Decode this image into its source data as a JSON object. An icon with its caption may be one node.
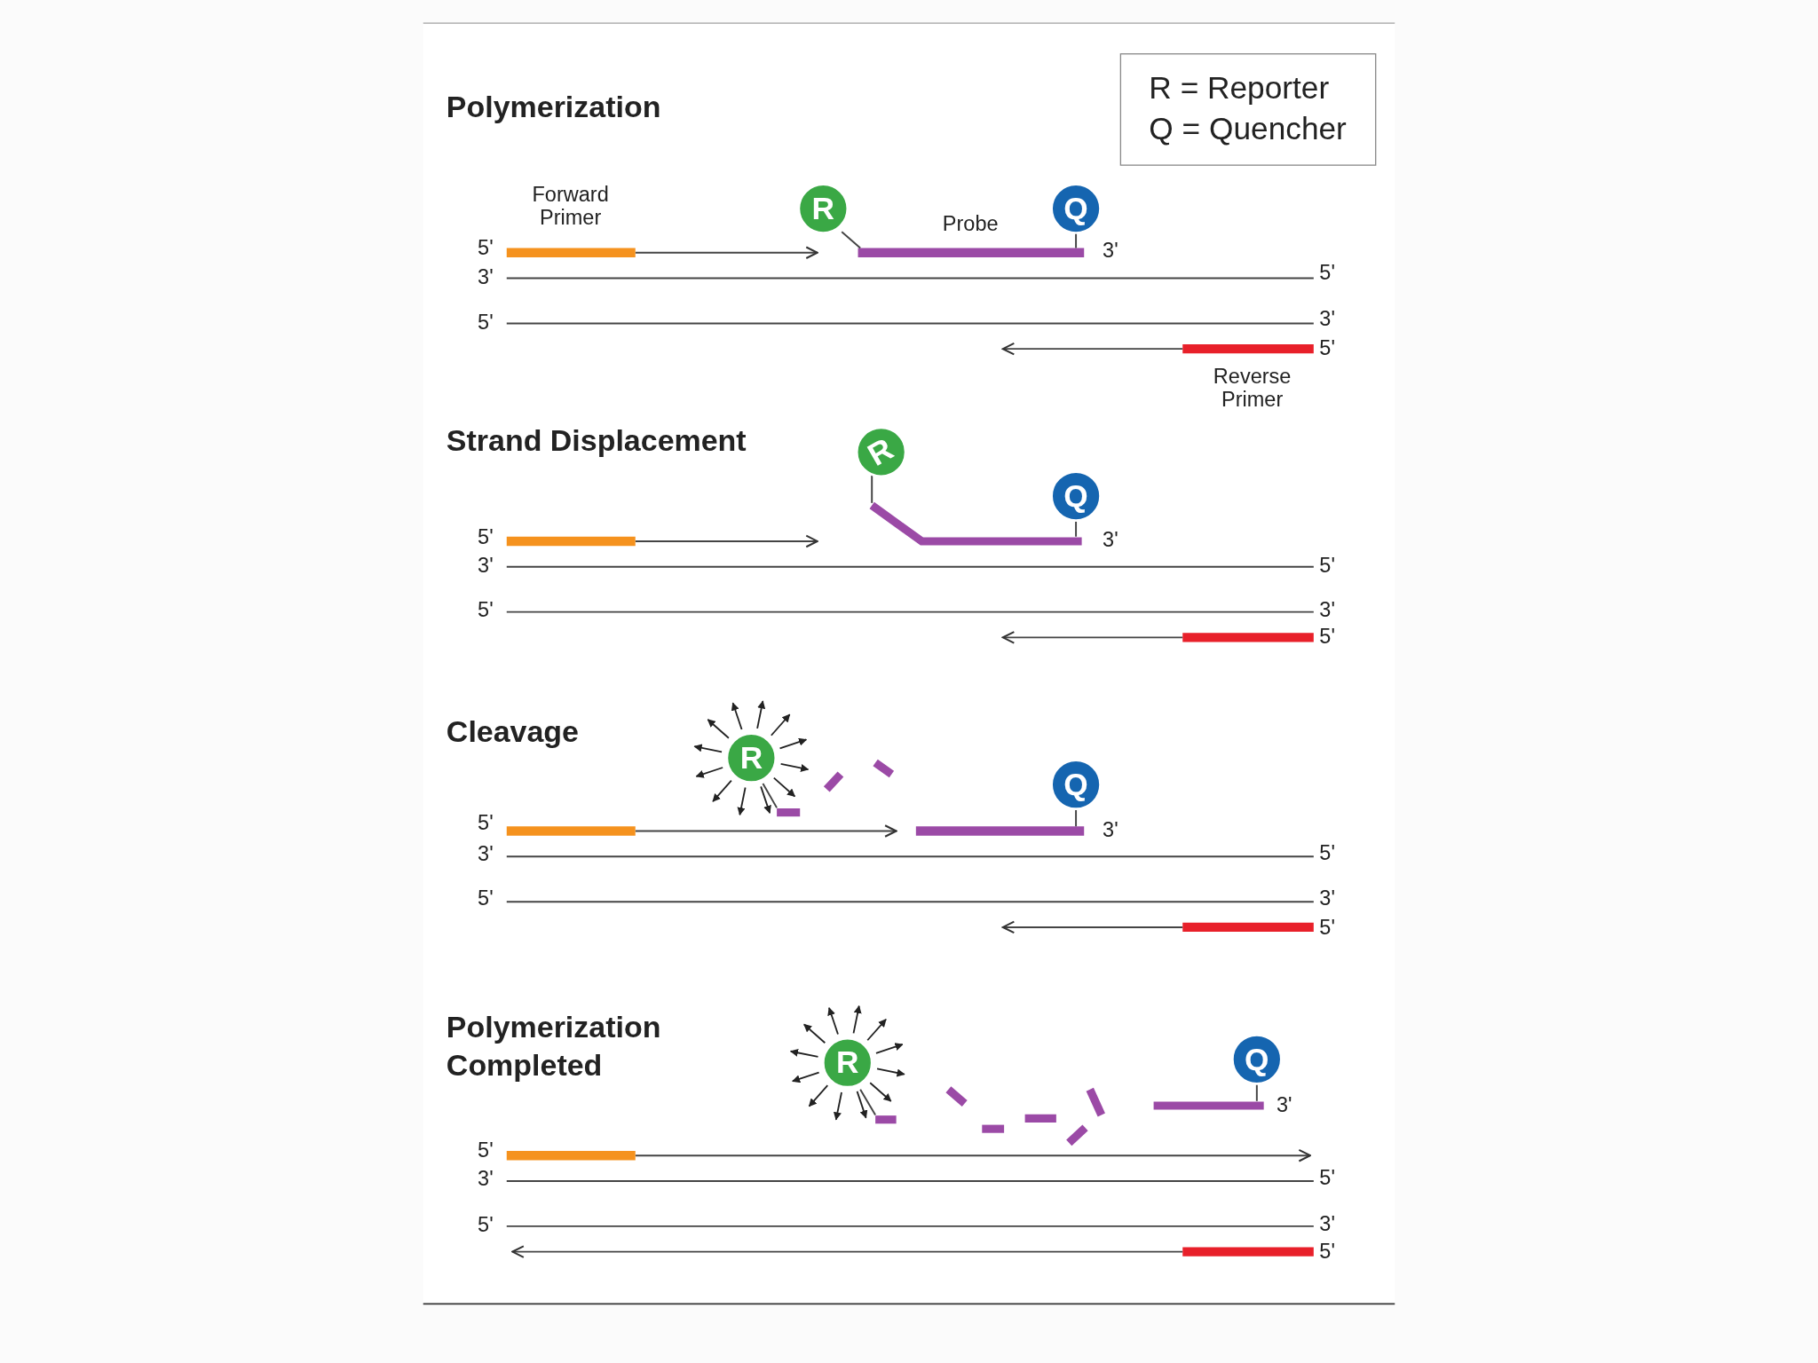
{
  "diagram": {
    "nodes": [
      {
        "text": [
          "R = Reporter",
          "Q = Quencher"
        ]
      },
      {
        "text": [
          "R"
        ]
      },
      {
        "text": [
          "Q"
        ]
      },
      {
        "text": [
          "R"
        ]
      },
      {
        "text": [
          "Q"
        ]
      },
      {
        "text": [
          "R"
        ]
      },
      {
        "text": [
          "Q"
        ]
      },
      {
        "text": [
          "R"
        ]
      },
      {
        "text": [
          "Q"
        ]
      }
    ],
    "edges": [],
    "labels": [
      "Polymerization",
      "Forward Primer",
      "Probe",
      "5'",
      "3'",
      "3'",
      "5'",
      "5'",
      "3'",
      "5'",
      "Reverse Primer",
      "Strand Displacement",
      "5'",
      "3'",
      "3'",
      "5'",
      "5'",
      "3'",
      "5'",
      "Cleavage",
      "5'",
      "3'",
      "3'",
      "5'",
      "5'",
      "3'",
      "5'",
      "Polymerization Completed",
      "3'",
      "5'",
      "3'",
      "5'",
      "5'",
      "3'",
      "5'"
    ]
  }
}
